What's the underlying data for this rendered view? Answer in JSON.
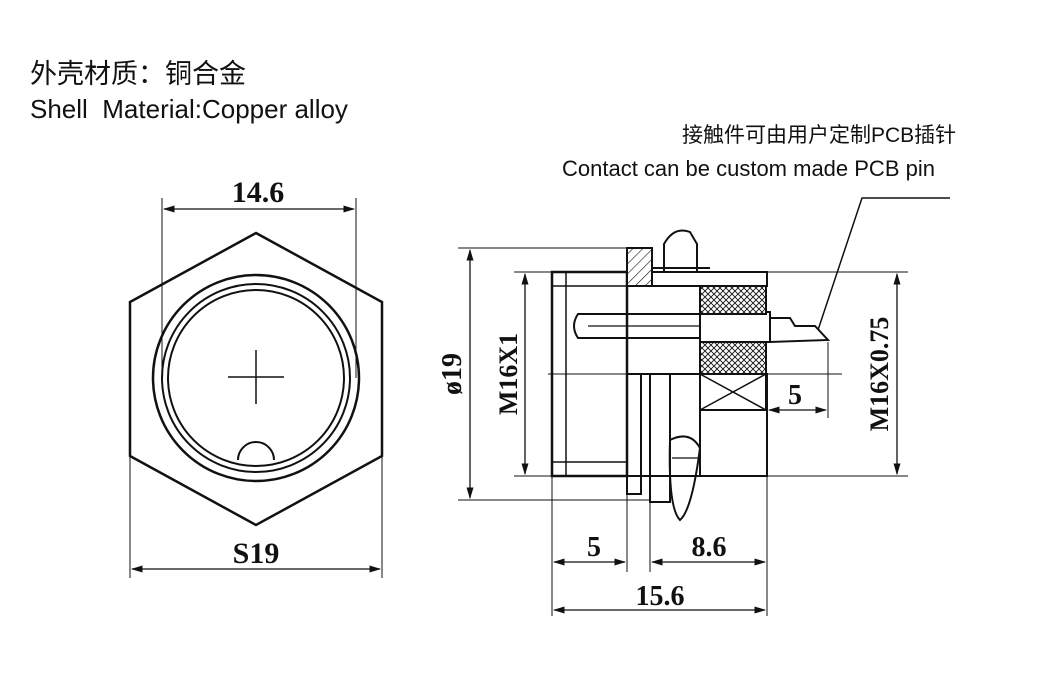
{
  "header": {
    "material_cn": "外壳材质：铜合金",
    "material_en": "Shell  Material:Copper alloy"
  },
  "callout": {
    "note_cn": "接触件可由用户定制PCB插针",
    "note_en": "Contact can be custom made PCB pin"
  },
  "front_view": {
    "flange_diameter": "14.6",
    "hex_size": "S19"
  },
  "side_view": {
    "outer_diameter": "ø19",
    "front_thread": "M16X1",
    "rear_thread": "M16X0.75",
    "rear_pin_length": "5",
    "front_length": "5",
    "rear_length": "8.6",
    "total_length": "15.6"
  }
}
